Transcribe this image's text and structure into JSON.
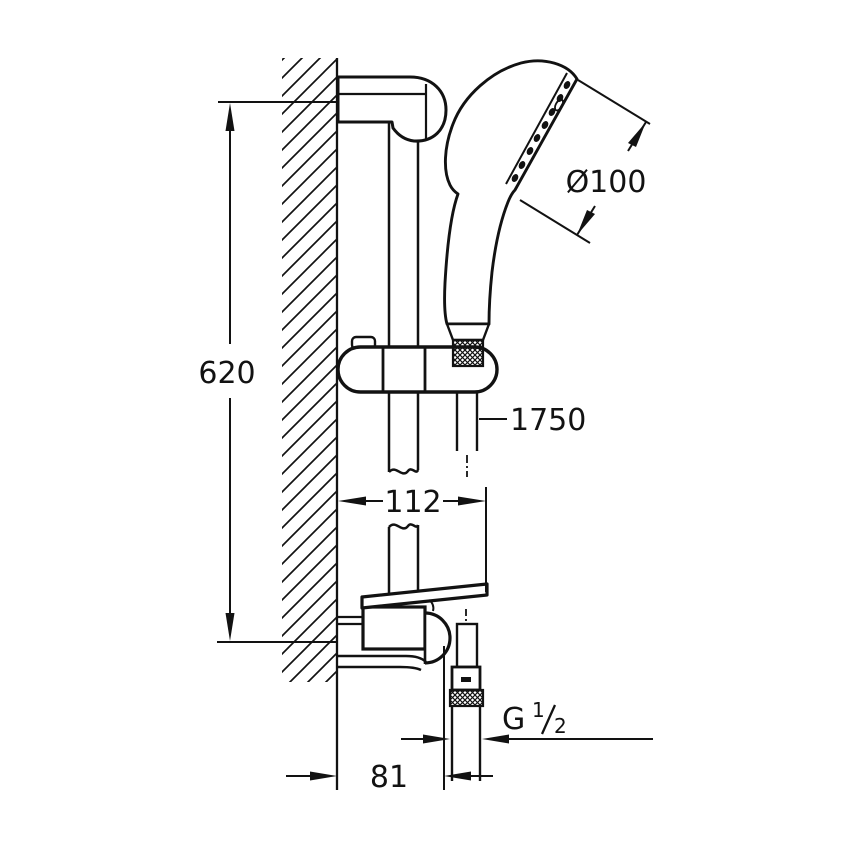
{
  "drawing": {
    "description_labels": {
      "rail_height": "620",
      "head_diameter": "Ø100",
      "hose_length": "1750",
      "rail_to_wall": "112",
      "outlet_to_wall": "81",
      "thread_letter": "G",
      "thread_numerator": "1",
      "thread_denominator": "2"
    },
    "colors": {
      "line": "#121212",
      "background": "#ffffff"
    }
  }
}
